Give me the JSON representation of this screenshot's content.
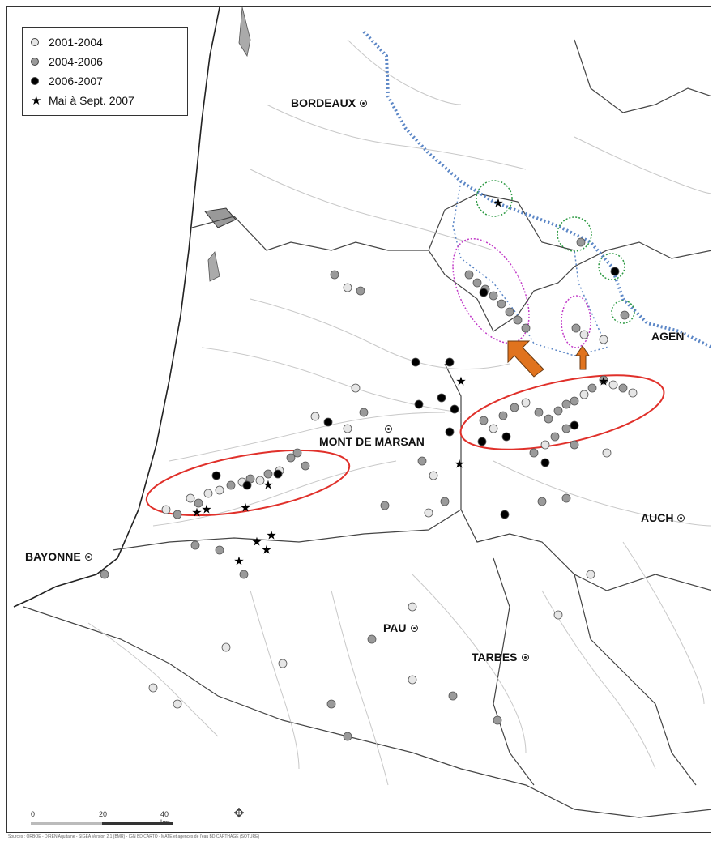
{
  "legend": {
    "items": [
      {
        "label": "2001-2004",
        "symbol": "circle",
        "color": "#e6e6e6"
      },
      {
        "label": "2004-2006",
        "symbol": "circle",
        "color": "#9a9a9a"
      },
      {
        "label": "2006-2007",
        "symbol": "circle",
        "color": "#000000"
      },
      {
        "label": "Mai à Sept. 2007",
        "symbol": "star",
        "color": "#000000"
      }
    ]
  },
  "cities": {
    "bordeaux": "BORDEAUX",
    "agen": "AGEN",
    "mont_de_marsan": "MONT DE MARSAN",
    "auch": "AUCH",
    "bayonne": "BAYONNE",
    "pau": "PAU",
    "tarbes": "TARBES"
  },
  "scale": {
    "zero": "0",
    "mid": "20",
    "end": "40 km"
  },
  "footer": "Sources : ORBOE - DIREN Aquitaine - SIGEA Version 2.1 (BMR) - IGN BD CARTO - MATE et agences de l'eau BD CARTHAGE (SOTURE)",
  "colors": {
    "river_blue": "#5b86c6",
    "red_ellipse": "#e0302a",
    "magenta_ellipse": "#c23cc8",
    "green_circle": "#2e9a44",
    "orange_arrow": "#e0731e",
    "river_grey": "#c8c8c8",
    "boundary": "#444444"
  },
  "icons": {
    "compass": "compass-rose-icon",
    "city": "prefecture-marker-icon"
  }
}
